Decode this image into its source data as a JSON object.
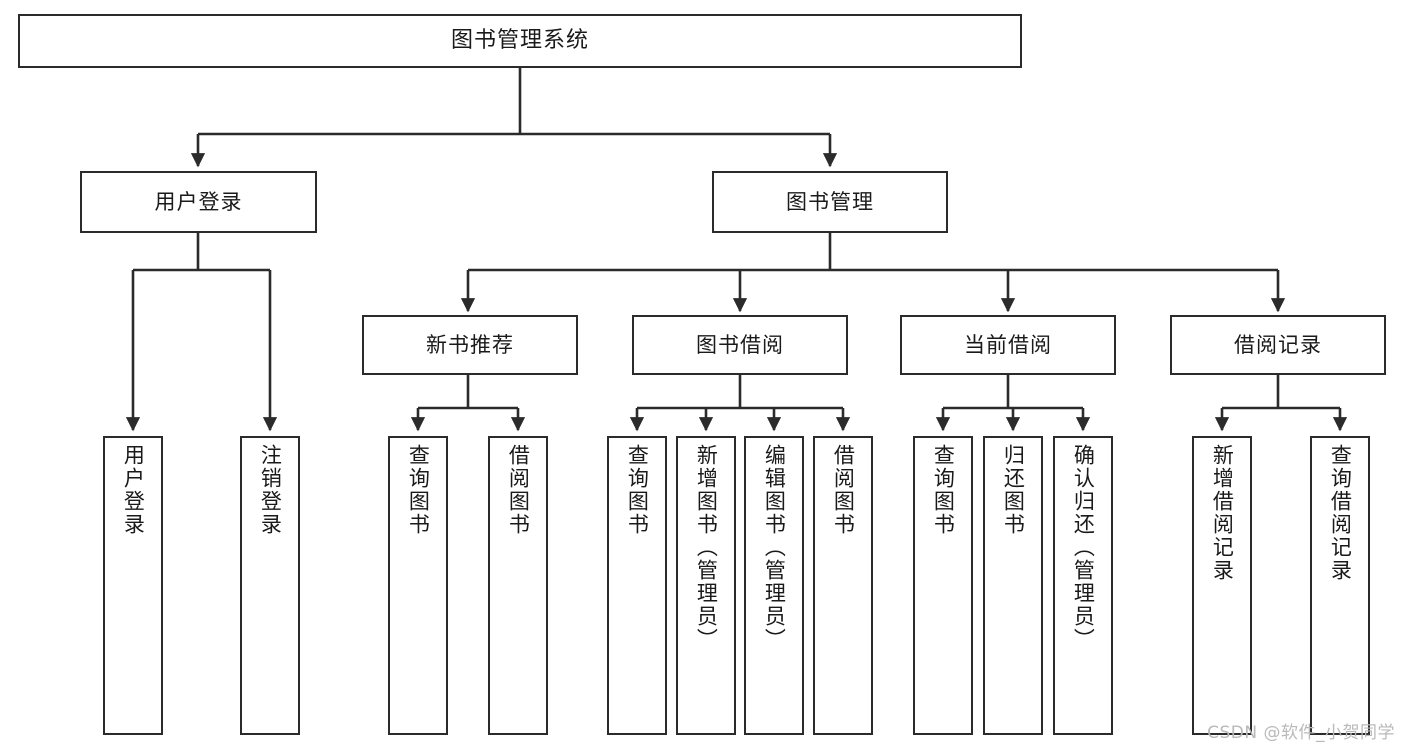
{
  "diagram": {
    "type": "tree",
    "title": "图书管理系统",
    "watermark": "CSDN @软件_小贺同学",
    "colors": {
      "box_border": "#2b2b2b",
      "box_fill": "#ffffff",
      "connector": "#2b2b2b",
      "text": "#1a1a1a",
      "watermark": "#b9b9b9",
      "background": "#ffffff"
    },
    "nodes": {
      "root": {
        "label": "图书管理系统",
        "level": 0
      },
      "level1": [
        {
          "id": "user-login",
          "label": "用户登录"
        },
        {
          "id": "book-manage",
          "label": "图书管理"
        }
      ],
      "level2": [
        {
          "id": "new-book-rec",
          "label": "新书推荐",
          "parent": "book-manage"
        },
        {
          "id": "book-borrow",
          "label": "图书借阅",
          "parent": "book-manage"
        },
        {
          "id": "current-borrow",
          "label": "当前借阅",
          "parent": "book-manage"
        },
        {
          "id": "borrow-record",
          "label": "借阅记录",
          "parent": "book-manage"
        }
      ],
      "leaves": [
        {
          "id": "leaf-user-login",
          "label": "用户登录",
          "parent": "user-login"
        },
        {
          "id": "leaf-logout",
          "label": "注销登录",
          "parent": "user-login"
        },
        {
          "id": "leaf-query-book-1",
          "label": "查询图书",
          "parent": "new-book-rec"
        },
        {
          "id": "leaf-borrow-book-1",
          "label": "借阅图书",
          "parent": "new-book-rec"
        },
        {
          "id": "leaf-query-book-2",
          "label": "查询图书",
          "parent": "book-borrow"
        },
        {
          "id": "leaf-add-book",
          "label": "新增图书（管理员）",
          "parent": "book-borrow"
        },
        {
          "id": "leaf-edit-book",
          "label": "编辑图书（管理员）",
          "parent": "book-borrow"
        },
        {
          "id": "leaf-borrow-book-2",
          "label": "借阅图书",
          "parent": "book-borrow"
        },
        {
          "id": "leaf-query-book-3",
          "label": "查询图书",
          "parent": "current-borrow"
        },
        {
          "id": "leaf-return-book",
          "label": "归还图书",
          "parent": "current-borrow"
        },
        {
          "id": "leaf-confirm-return",
          "label": "确认归还（管理员）",
          "parent": "current-borrow"
        },
        {
          "id": "leaf-add-record",
          "label": "新增借阅记录",
          "parent": "borrow-record"
        },
        {
          "id": "leaf-query-record",
          "label": "查询借阅记录",
          "parent": "borrow-record"
        }
      ]
    }
  }
}
